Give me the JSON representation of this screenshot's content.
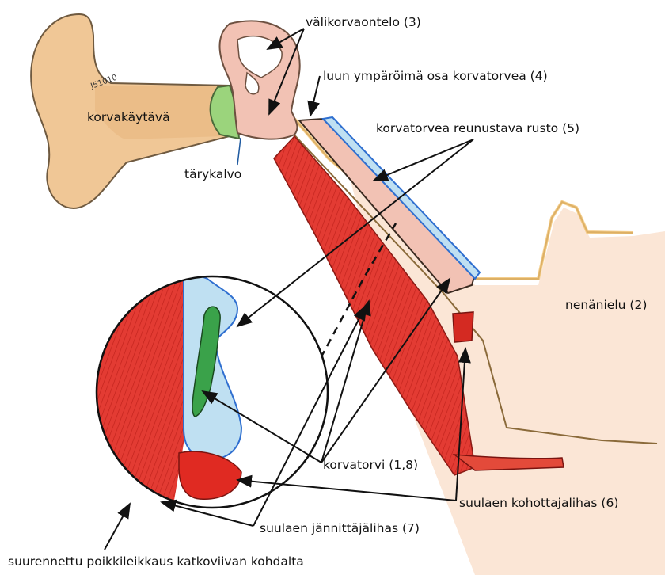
{
  "labels": {
    "middle_ear": "välikorvaontelo (3)",
    "bony_tube": "luun ympäröimä osa korvatorvea (4)",
    "cartilage": "korvatorvea reunustava rusto (5)",
    "ear_canal": "korvakäytävä",
    "eardrum": "tärykalvo",
    "nasopharynx": "nenänielu (2)",
    "tube": "korvatorvi (1,8)",
    "levator": "suulaen kohottajalihas (6)",
    "tensor": "suulaen jännittäjälihas (7)",
    "cross_section": "suurennettu poikkileikkaus katkoviivan kohdalta"
  },
  "signature": "J51010",
  "colors": {
    "outer_ear": "#f1c9a0",
    "bone": "#f2c2b4",
    "muscle": "#e23a32",
    "cartilage": "#bfe0f2",
    "cartilage_edge": "#2f6fd0",
    "tube_lumen": "#3aa24a",
    "nasopharynx": "#f8dcc8",
    "eardrum": "#9bd47c"
  }
}
